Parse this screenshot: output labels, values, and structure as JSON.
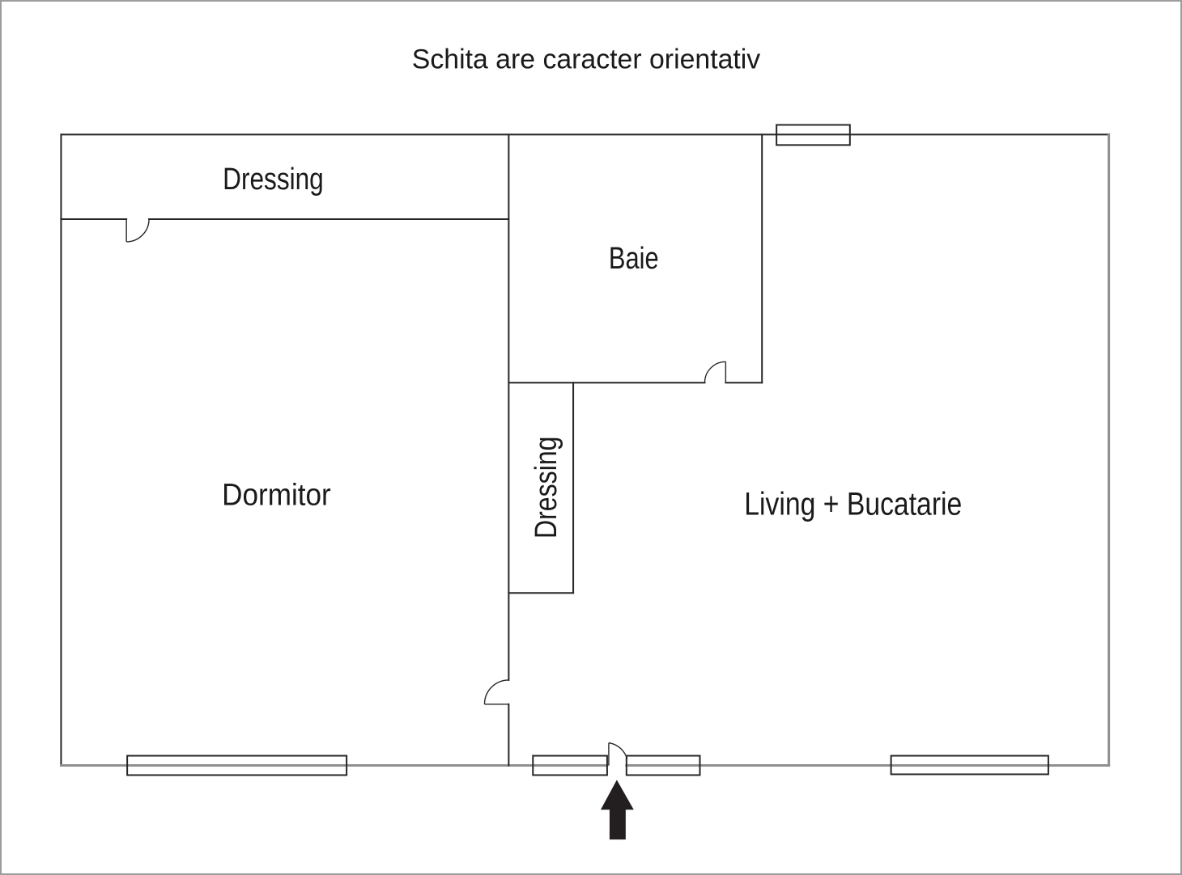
{
  "title": "Schita are caracter orientativ",
  "rooms": {
    "dressing_top": {
      "label": "Dressing"
    },
    "baie": {
      "label": "Baie"
    },
    "dormitor": {
      "label": "Dormitor"
    },
    "dressing_corridor": {
      "label": "Dressing"
    },
    "living": {
      "label": "Living + Bucatarie"
    }
  },
  "entrance": {
    "arrow_icon": "up-arrow"
  },
  "colors": {
    "wall": "#262626",
    "outer_wall_gray": "#8f8f8f",
    "text": "#1a1a1a",
    "arrow": "#231f20",
    "background": "#ffffff",
    "frame": "#9c9c9c"
  }
}
